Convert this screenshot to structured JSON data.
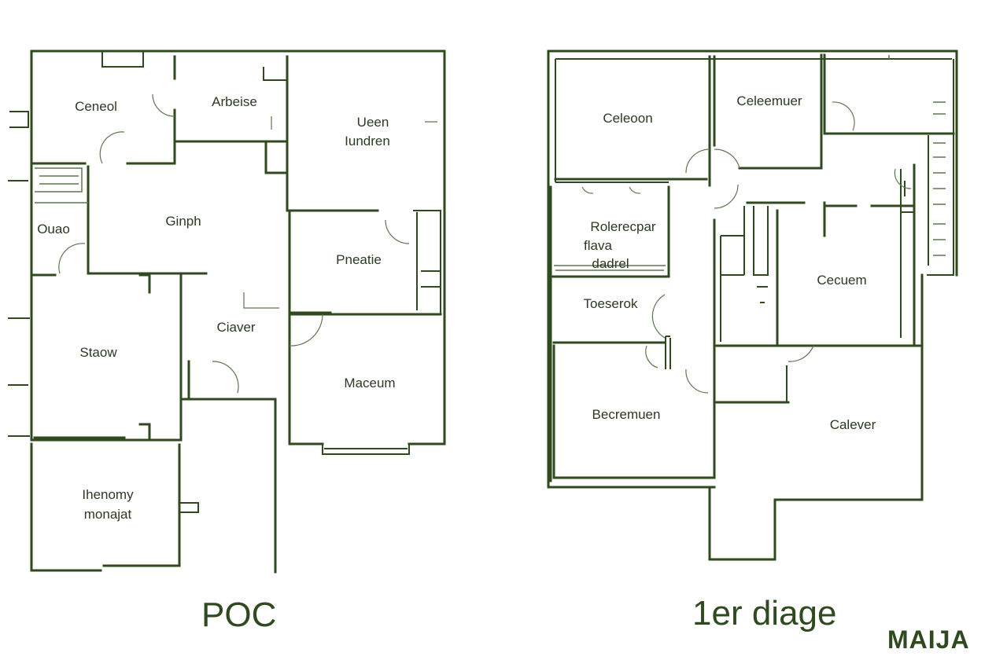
{
  "plans": [
    {
      "title": "POC",
      "rooms": [
        "Ceneol",
        "Arbeise",
        "Ueen",
        "Iundren",
        "Ginph",
        "Ouao",
        "Pneatie",
        "Ciaver",
        "Staow",
        "Maceum",
        "Ihenomy",
        "monajat"
      ]
    },
    {
      "title": "1er diage",
      "rooms": [
        "Celeoon",
        "Celeemuer",
        "Rolerecpar",
        "flava",
        "dadrel",
        "Toeserok",
        "Becremuen",
        "Cecuem",
        "Calever"
      ]
    }
  ],
  "brand": "MAIJA",
  "colors": {
    "ink": "#2f4a1e",
    "background": "#ffffff"
  }
}
